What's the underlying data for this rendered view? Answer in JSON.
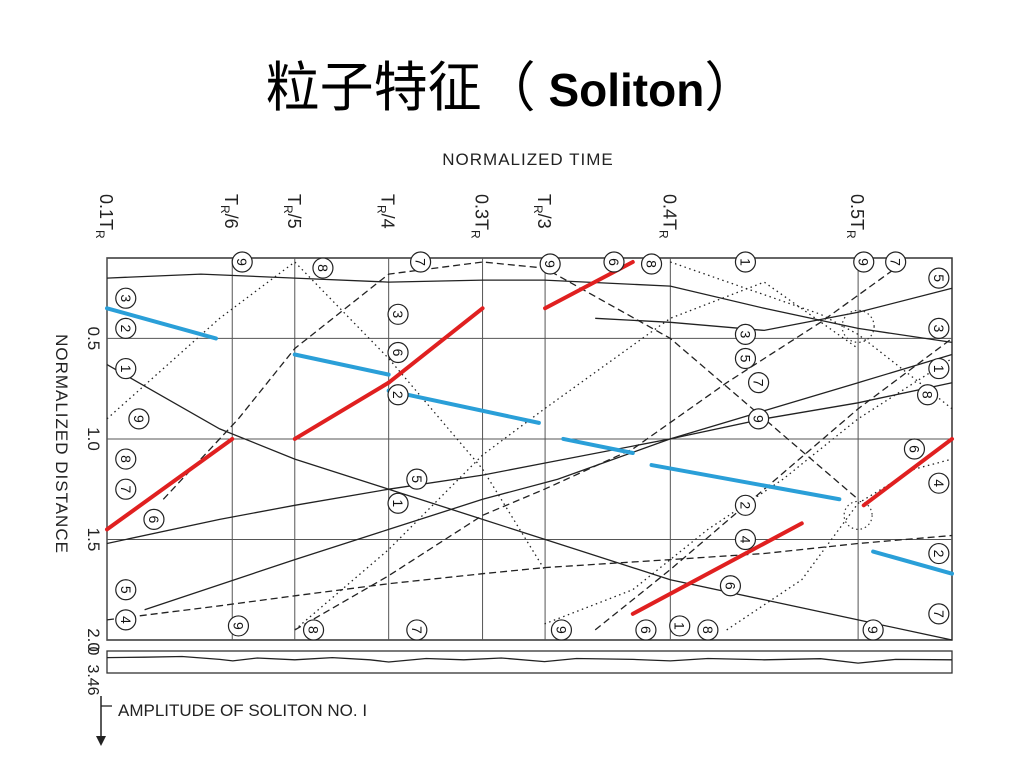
{
  "title": {
    "cjk": "粒子特征（",
    "latin": " Soliton",
    "close": "）"
  },
  "chart_data": {
    "type": "line",
    "top_label": "NORMALIZED TIME",
    "ylabel": "NORMALIZED DISTANCE",
    "bottom_label": "AMPLITUDE OF SOLITON NO. I",
    "amp_tick_labels": [
      "0",
      "3.46"
    ],
    "xlim": [
      0.1,
      0.55
    ],
    "ylim": [
      0.1,
      2.0
    ],
    "time_ticks": [
      {
        "label": "0.1T",
        "sub": "R",
        "t": 0.1
      },
      {
        "label": "T",
        "sub": "R",
        "tail": "/6",
        "t": 0.1667
      },
      {
        "label": "T",
        "sub": "R",
        "tail": "/5",
        "t": 0.2
      },
      {
        "label": "T",
        "sub": "R",
        "tail": "/4",
        "t": 0.25
      },
      {
        "label": "0.3T",
        "sub": "R",
        "t": 0.3
      },
      {
        "label": "T",
        "sub": "R",
        "tail": "/3",
        "t": 0.3333
      },
      {
        "label": "0.4T",
        "sub": "R",
        "t": 0.4
      },
      {
        "label": "0.5T",
        "sub": "R",
        "t": 0.5
      }
    ],
    "distance_ticks": [
      {
        "label": "0.5",
        "d": 0.5
      },
      {
        "label": "1.0",
        "d": 1.0
      },
      {
        "label": "1.5",
        "d": 1.5
      },
      {
        "label": "2.0",
        "d": 2.0
      }
    ],
    "highlight_series": [
      {
        "color": "#e02020",
        "segments": [
          {
            "t": [
              0.1,
              0.1667
            ],
            "d": [
              1.45,
              1.0
            ]
          },
          {
            "t": [
              0.2,
              0.25
            ],
            "d": [
              1.0,
              0.72
            ]
          },
          {
            "t": [
              0.25,
              0.3
            ],
            "d": [
              0.72,
              0.35
            ]
          },
          {
            "t": [
              0.3333,
              0.38
            ],
            "d": [
              0.35,
              0.12
            ]
          },
          {
            "t": [
              0.38,
              0.47
            ],
            "d": [
              1.87,
              1.42
            ]
          },
          {
            "t": [
              0.503,
              0.55
            ],
            "d": [
              1.33,
              1.0
            ]
          }
        ]
      },
      {
        "color": "#2a9fd8",
        "segments": [
          {
            "t": [
              0.1,
              0.158
            ],
            "d": [
              0.35,
              0.5
            ]
          },
          {
            "t": [
              0.2,
              0.25
            ],
            "d": [
              0.58,
              0.68
            ]
          },
          {
            "t": [
              0.25,
              0.33
            ],
            "d": [
              0.76,
              0.92
            ]
          },
          {
            "t": [
              0.343,
              0.38
            ],
            "d": [
              1.0,
              1.07
            ]
          },
          {
            "t": [
              0.39,
              0.49
            ],
            "d": [
              1.13,
              1.3
            ]
          },
          {
            "t": [
              0.508,
              0.55
            ],
            "d": [
              1.56,
              1.67
            ]
          }
        ]
      }
    ],
    "trajectories": [
      {
        "style": "solid",
        "t": [
          0.1,
          0.16,
          0.2,
          0.25,
          0.3,
          0.35,
          0.4,
          0.45,
          0.5,
          0.55
        ],
        "d": [
          0.63,
          0.95,
          1.1,
          1.25,
          1.4,
          1.55,
          1.7,
          1.8,
          1.9,
          2.0
        ]
      },
      {
        "style": "solid",
        "t": [
          0.1,
          0.15,
          0.2,
          0.25,
          0.3,
          0.333,
          0.4,
          0.45,
          0.5,
          0.55
        ],
        "d": [
          0.2,
          0.18,
          0.2,
          0.22,
          0.21,
          0.21,
          0.24,
          0.35,
          0.45,
          0.52
        ]
      },
      {
        "style": "solid",
        "t": [
          0.12,
          0.2,
          0.25,
          0.3,
          0.34,
          0.4,
          0.45,
          0.5,
          0.55
        ],
        "d": [
          1.85,
          1.6,
          1.45,
          1.3,
          1.2,
          1.0,
          0.86,
          0.72,
          0.58
        ]
      },
      {
        "style": "solid",
        "t": [
          0.1,
          0.16,
          0.2,
          0.25,
          0.3,
          0.333,
          0.4,
          0.45,
          0.5,
          0.55
        ],
        "d": [
          1.52,
          1.4,
          1.33,
          1.25,
          1.18,
          1.12,
          1.0,
          0.9,
          0.82,
          0.72
        ]
      },
      {
        "style": "solid",
        "t": [
          0.36,
          0.4,
          0.45,
          0.5,
          0.55
        ],
        "d": [
          0.4,
          0.42,
          0.46,
          0.37,
          0.25
        ]
      },
      {
        "style": "dashed",
        "t": [
          0.1,
          0.16,
          0.2,
          0.25,
          0.3,
          0.333,
          0.4,
          0.45,
          0.5,
          0.55
        ],
        "d": [
          1.9,
          1.83,
          1.78,
          1.72,
          1.67,
          1.64,
          1.6,
          1.57,
          1.52,
          1.48
        ]
      },
      {
        "style": "dashed",
        "t": [
          0.13,
          0.17,
          0.2,
          0.25,
          0.3,
          0.333,
          0.4,
          0.45,
          0.5
        ],
        "d": [
          1.3,
          0.9,
          0.55,
          0.18,
          0.12,
          0.15,
          0.5,
          0.9,
          1.3
        ]
      },
      {
        "style": "dashed",
        "t": [
          0.2,
          0.25,
          0.3,
          0.333,
          0.38,
          0.43,
          0.48,
          0.52
        ],
        "d": [
          1.95,
          1.68,
          1.38,
          1.25,
          1.05,
          0.72,
          0.42,
          0.15
        ]
      },
      {
        "style": "dashed",
        "t": [
          0.36,
          0.4,
          0.45,
          0.5,
          0.55
        ],
        "d": [
          1.95,
          1.65,
          1.25,
          0.85,
          0.5
        ]
      },
      {
        "style": "dotted",
        "t": [
          0.1,
          0.16,
          0.2,
          0.25,
          0.3,
          0.333
        ],
        "d": [
          0.9,
          0.4,
          0.12,
          0.6,
          1.15,
          1.65
        ]
      },
      {
        "style": "dotted",
        "t": [
          0.2,
          0.25,
          0.3,
          0.333,
          0.4,
          0.45,
          0.5
        ],
        "d": [
          1.95,
          1.55,
          1.08,
          0.85,
          0.4,
          0.22,
          0.55
        ]
      },
      {
        "style": "dotted",
        "t": [
          0.333,
          0.38,
          0.42,
          0.46,
          0.5,
          0.55
        ],
        "d": [
          1.92,
          1.75,
          1.45,
          1.2,
          0.9,
          0.6
        ]
      },
      {
        "style": "dotted",
        "t": [
          0.4,
          0.44,
          0.48,
          0.5,
          0.53,
          0.55
        ],
        "d": [
          0.12,
          0.25,
          0.38,
          0.48,
          0.7,
          0.85
        ]
      },
      {
        "style": "dotted",
        "t": [
          0.43,
          0.47,
          0.5,
          0.53,
          0.55
        ],
        "d": [
          1.95,
          1.7,
          1.32,
          1.15,
          1.1
        ]
      }
    ],
    "soliton_labels": [
      {
        "n": "3",
        "t": 0.11,
        "d": 0.3
      },
      {
        "n": "2",
        "t": 0.11,
        "d": 0.45
      },
      {
        "n": "1",
        "t": 0.11,
        "d": 0.65
      },
      {
        "n": "9",
        "t": 0.117,
        "d": 0.9
      },
      {
        "n": "8",
        "t": 0.11,
        "d": 1.1
      },
      {
        "n": "7",
        "t": 0.11,
        "d": 1.25
      },
      {
        "n": "6",
        "t": 0.125,
        "d": 1.4
      },
      {
        "n": "5",
        "t": 0.11,
        "d": 1.75
      },
      {
        "n": "4",
        "t": 0.11,
        "d": 1.9
      },
      {
        "n": "9",
        "t": 0.172,
        "d": 0.12
      },
      {
        "n": "9",
        "t": 0.17,
        "d": 1.93
      },
      {
        "n": "8",
        "t": 0.215,
        "d": 0.15
      },
      {
        "n": "8",
        "t": 0.21,
        "d": 1.95
      },
      {
        "n": "7",
        "t": 0.267,
        "d": 0.12
      },
      {
        "n": "3",
        "t": 0.255,
        "d": 0.38
      },
      {
        "n": "6",
        "t": 0.255,
        "d": 0.57
      },
      {
        "n": "2",
        "t": 0.255,
        "d": 0.78
      },
      {
        "n": "5",
        "t": 0.265,
        "d": 1.2
      },
      {
        "n": "1",
        "t": 0.255,
        "d": 1.32
      },
      {
        "n": "7",
        "t": 0.265,
        "d": 1.95
      },
      {
        "n": "9",
        "t": 0.336,
        "d": 0.13
      },
      {
        "n": "9",
        "t": 0.342,
        "d": 1.95
      },
      {
        "n": "6",
        "t": 0.37,
        "d": 0.12
      },
      {
        "n": "8",
        "t": 0.39,
        "d": 0.13
      },
      {
        "n": "6",
        "t": 0.387,
        "d": 1.95
      },
      {
        "n": "1",
        "t": 0.405,
        "d": 1.93
      },
      {
        "n": "8",
        "t": 0.42,
        "d": 1.95
      },
      {
        "n": "1",
        "t": 0.44,
        "d": 0.12
      },
      {
        "n": "3",
        "t": 0.44,
        "d": 0.48
      },
      {
        "n": "5",
        "t": 0.44,
        "d": 0.6
      },
      {
        "n": "7",
        "t": 0.447,
        "d": 0.72
      },
      {
        "n": "9",
        "t": 0.447,
        "d": 0.9
      },
      {
        "n": "2",
        "t": 0.44,
        "d": 1.33
      },
      {
        "n": "4",
        "t": 0.44,
        "d": 1.5
      },
      {
        "n": "6",
        "t": 0.432,
        "d": 1.73
      },
      {
        "n": "9",
        "t": 0.503,
        "d": 0.12
      },
      {
        "n": "7",
        "t": 0.52,
        "d": 0.12
      },
      {
        "n": "9",
        "t": 0.508,
        "d": 1.95
      },
      {
        "n": "5",
        "t": 0.543,
        "d": 0.2
      },
      {
        "n": "3",
        "t": 0.543,
        "d": 0.45
      },
      {
        "n": "1",
        "t": 0.543,
        "d": 0.65
      },
      {
        "n": "8",
        "t": 0.537,
        "d": 0.78
      },
      {
        "n": "6",
        "t": 0.53,
        "d": 1.05
      },
      {
        "n": "4",
        "t": 0.543,
        "d": 1.22
      },
      {
        "n": "2",
        "t": 0.543,
        "d": 1.57
      },
      {
        "n": "7",
        "t": 0.543,
        "d": 1.87
      }
    ],
    "amplitude_series": {
      "t": [
        0.1,
        0.12,
        0.14,
        0.16,
        0.167,
        0.18,
        0.2,
        0.22,
        0.24,
        0.25,
        0.27,
        0.29,
        0.31,
        0.333,
        0.35,
        0.38,
        0.4,
        0.42,
        0.45,
        0.48,
        0.5,
        0.52,
        0.55
      ],
      "a": [
        0.7,
        0.72,
        0.75,
        0.62,
        0.55,
        0.68,
        0.6,
        0.7,
        0.6,
        0.5,
        0.66,
        0.6,
        0.68,
        0.52,
        0.66,
        0.62,
        0.55,
        0.66,
        0.6,
        0.65,
        0.45,
        0.62,
        0.6
      ]
    }
  }
}
